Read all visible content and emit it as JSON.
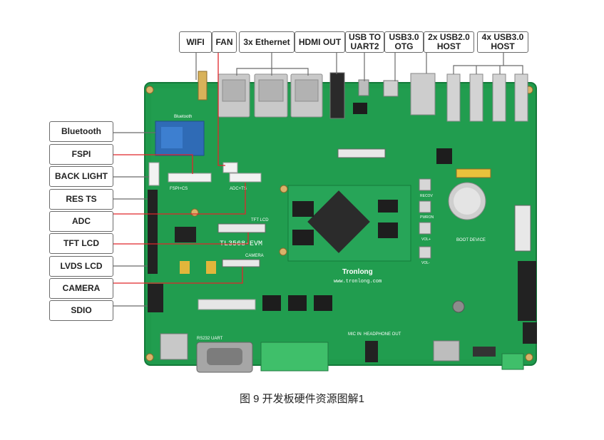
{
  "top_labels": [
    {
      "id": "wifi",
      "text": "WIFI"
    },
    {
      "id": "fan",
      "text": "FAN"
    },
    {
      "id": "ethernet",
      "text": "3x Ethernet"
    },
    {
      "id": "hdmi",
      "text": "HDMI OUT"
    },
    {
      "id": "uart",
      "text": "USB TO\nUART2"
    },
    {
      "id": "otg",
      "text": "USB3.0\nOTG"
    },
    {
      "id": "usb2",
      "text": "2x USB2.0\nHOST"
    },
    {
      "id": "usb3",
      "text": "4x USB3.0\nHOST"
    }
  ],
  "left_labels": [
    {
      "id": "bluetooth",
      "text": "Bluetooth"
    },
    {
      "id": "fspi",
      "text": "FSPI"
    },
    {
      "id": "backlight",
      "text": "BACK LIGHT"
    },
    {
      "id": "rests",
      "text": "RES TS"
    },
    {
      "id": "adc",
      "text": "ADC"
    },
    {
      "id": "tftlcd",
      "text": "TFT LCD"
    },
    {
      "id": "lvdslcd",
      "text": "LVDS LCD"
    },
    {
      "id": "camera",
      "text": "CAMERA"
    },
    {
      "id": "sdio",
      "text": "SDIO"
    }
  ],
  "board": {
    "silk_model": "TL3568-EVM",
    "silk_brand": "Tronlong",
    "silk_url": "www.tronlong.com",
    "silk_bluetooth": "Bluetooth",
    "silk_fspi": "FSPI+CS",
    "silk_adc": "ADC+TS",
    "silk_tft": "TFT LCD",
    "silk_camera": "CAMERA",
    "silk_boot": "BOOT DEVICE",
    "silk_rs232": "RS232 UART",
    "silk_headphone": "HEADPHONE OUT",
    "silk_mic": "MIC IN",
    "silk_buttons": [
      "RECOV",
      "PWRON",
      "VOL+",
      "VOL-"
    ]
  },
  "caption": "图 9 开发板硬件资源图解1",
  "colors": {
    "pcb": "#1f9a4c",
    "pcb_dark": "#147a3a",
    "red_line": "#e0262b",
    "gray_line": "#6b6b6b"
  }
}
